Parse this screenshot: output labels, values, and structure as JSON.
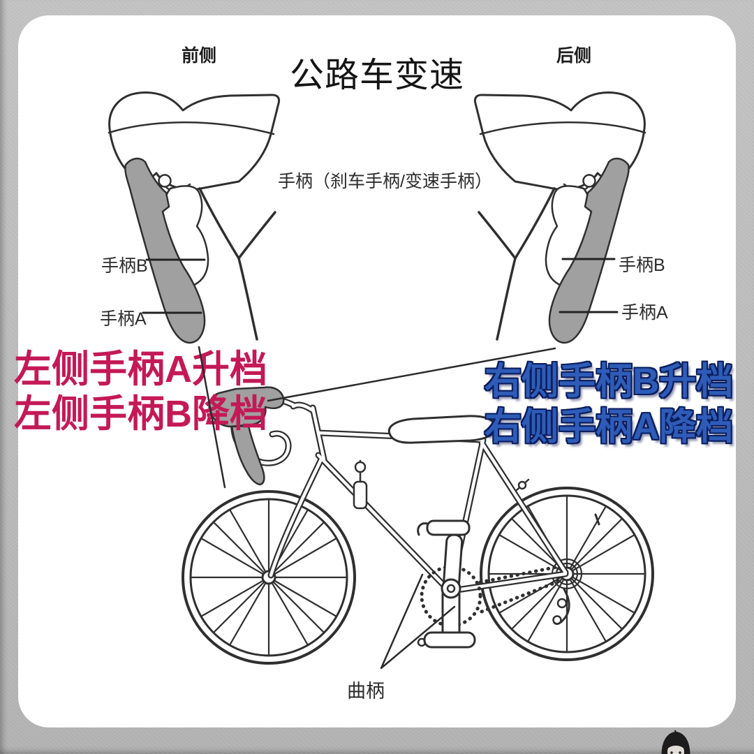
{
  "colors": {
    "bg": "#bcbcbc",
    "card": "#ffffff",
    "ink": "#2f2f2f",
    "lever-gray": "#a0a0a0",
    "pink": "#c41956",
    "blue-fill": "#2e5cb8",
    "blue-outline": "#0b1e5e",
    "label": "#2b2b2b"
  },
  "header": {
    "title": "公路车变速",
    "front_side": "前侧",
    "rear_side": "后侧"
  },
  "labels": {
    "lever": "手柄（刹车手柄/变速手柄）",
    "left_handle_b": "手柄B",
    "left_handle_a": "手柄A",
    "right_handle_b": "手柄B",
    "right_handle_a": "手柄A",
    "crank": "曲柄"
  },
  "annotations": {
    "left_line1": "左侧手柄A升档",
    "left_line2": "左侧手柄B降档",
    "right_line1": "右侧手柄B升档",
    "right_line2": "右侧手柄A降档"
  }
}
